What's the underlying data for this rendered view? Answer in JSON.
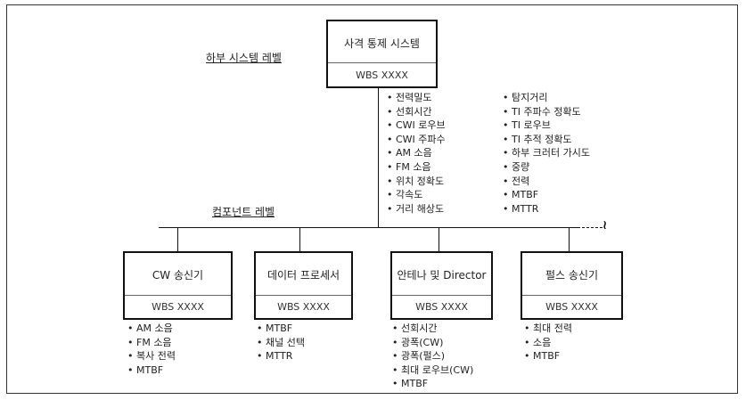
{
  "levels": {
    "subsystem": "하부 시스템 레벨",
    "component": "컴포넌트 레벨"
  },
  "top": {
    "title": "사격 통제 시스템",
    "wbs": "WBS XXXX",
    "req_left": [
      "전력밀도",
      "선회시간",
      "CWI 로우브",
      "CWI 주파수",
      "AM 소음",
      "FM 소음",
      "위치 정확도",
      "각속도",
      "거리 해상도"
    ],
    "req_right": [
      "탐지거리",
      "TI 주파수 정확도",
      "TI 로우브",
      "TI 추적 정확도",
      "하부 크러터 가시도",
      "중량",
      "전력",
      "MTBF",
      "MTTR"
    ]
  },
  "components": [
    {
      "title": "CW 송신기",
      "wbs": "WBS XXXX",
      "reqs": [
        "AM 소음",
        "FM 소음",
        "복사 전력",
        "MTBF"
      ]
    },
    {
      "title": "데이터 프로세서",
      "wbs": "WBS XXXX",
      "reqs": [
        "MTBF",
        "채널 선택",
        "MTTR"
      ]
    },
    {
      "title": "안테나 및 Director",
      "wbs": "WBS XXXX",
      "reqs": [
        "선회시간",
        "광폭(CW)",
        "광폭(펄스)",
        "최대 로우브(CW)",
        "MTBF"
      ]
    },
    {
      "title": "펄스 송신기",
      "wbs": "WBS XXXX",
      "reqs": [
        "최대 전력",
        "소음",
        "MTBF"
      ]
    }
  ],
  "break_mark": "≀"
}
